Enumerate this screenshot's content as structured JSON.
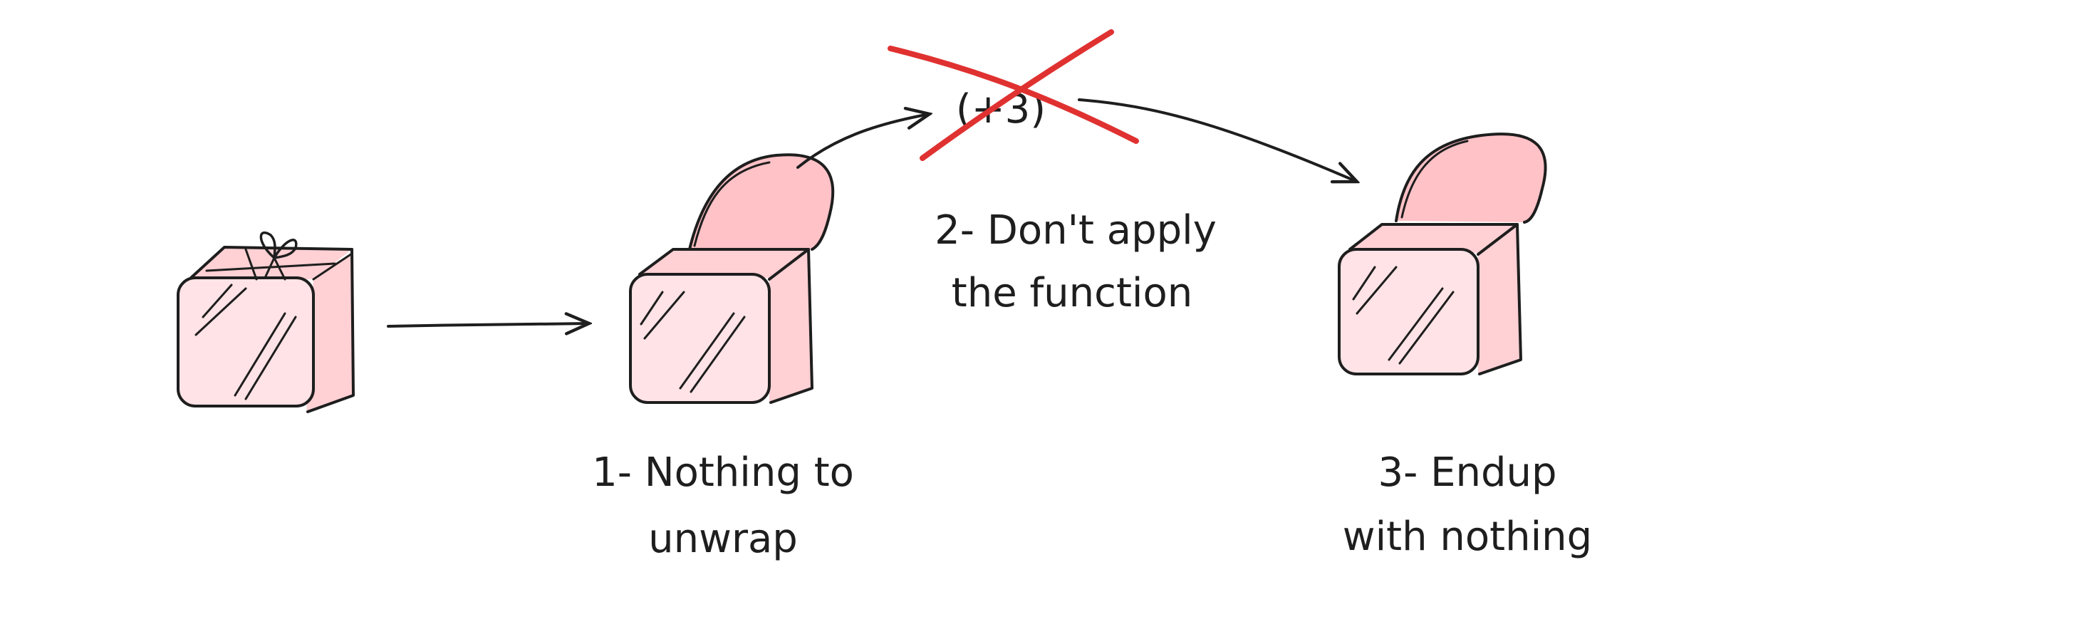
{
  "colors": {
    "box_fill": "#ffe3e6",
    "box_side": "#ffd0d4",
    "lid_fill": "#ffc2c7",
    "stroke": "#1e1e1e",
    "cross": "#e03131"
  },
  "icons": {
    "wrapped_box": "gift-box-icon",
    "open_box_1": "open-box-icon",
    "open_box_3": "open-box-icon",
    "function_label": "function-icon"
  },
  "function_text": "(+3)",
  "steps": [
    {
      "line1": "1- Nothing to",
      "line2": "unwrap"
    },
    {
      "line1": "2- Don't apply",
      "line2": "the function"
    },
    {
      "line1": "3- Endup",
      "line2": "with nothing"
    }
  ]
}
